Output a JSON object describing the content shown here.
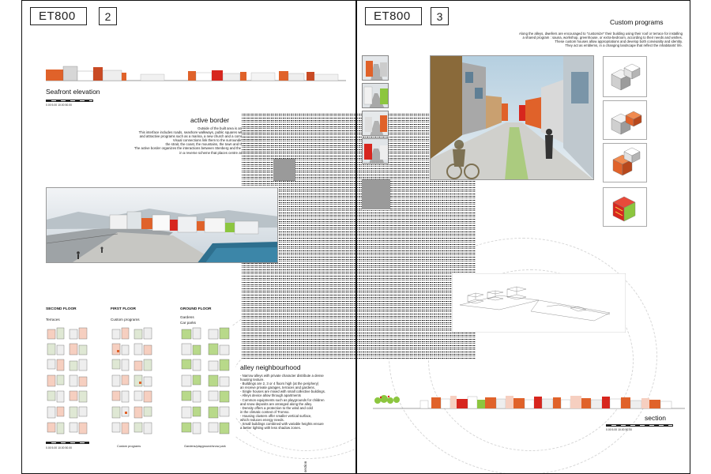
{
  "left_panel": {
    "title": "ET800",
    "number": "2",
    "seafront_label": "Seafront elevation",
    "active_border": {
      "heading": "active border",
      "lines": [
        "Outside of the built area is an active border.",
        "This interface includes roads, seashore walkways, public squares with city facilities",
        "and attractive programs such as a marina, a new church and a commercial centre.",
        "Visual connections link them to the surrounding landscapes:",
        "the strait, the coast, the mountains, the town and the birch forest.",
        "The active border organizes the interactions between Stenberg and the rest of Kroken",
        "in a reverse scheme that places centre at the periphery."
      ]
    },
    "floors": [
      {
        "name": "SECOND FLOOR",
        "sub": "Terraces"
      },
      {
        "name": "FIRST FLOOR",
        "sub": "Custom programs"
      },
      {
        "name": "GROUND FLOOR",
        "sub": "Gardens",
        "sub2": "Car parks"
      }
    ],
    "alley": {
      "heading": "alley neighbourhood",
      "lines": [
        "- Narrow alleys with private character distribute a dense",
        "housing texture.",
        "- Buildings are 2, 3 or 4 floors high (at the periphery)",
        "an receive private garages, terraces and gardens.",
        "- Single houses are mixed with small collective buildings.",
        "- Alleys device allow through apartments",
        "- Common equipments such as playgrounds for children",
        "and snow deposits are arranged along the alley.",
        "- Density offers a protection to the wind and cold",
        "in the climatic context of Tromso.",
        "- Housing clusters offer smaller vertical surface,",
        "which reduces energy needs.",
        "- Small buildings combined with variable heights ensure",
        "a better lighting with less shadow zones."
      ]
    },
    "scale_text": "0.00  5.00  10.00                 50.00",
    "caption_custom": "Custom programs",
    "caption_gardens": "Gardens/playground/snow park",
    "section_label": "section"
  },
  "right_panel": {
    "title": "ET800",
    "number": "3",
    "custom_heading": "Custom programs",
    "custom_lines": [
      "Along the alleys, dwellers are encouraged to \"customize\" their building using their roof or terrace for installing",
      "a shared program : sauna, workshop, greenhouse, or extra-bedroom, according to their needs and wishes.",
      "These custom houses allow appropriations and develop both conviviality and identity.",
      "They act as emblems, in a changing landscape that reflect the inhabitants' life."
    ],
    "section_label": "section",
    "scale_text": "0.00  5.00  10.00                50.00"
  },
  "colors": {
    "orange": "#e0622a",
    "green": "#8cc63f",
    "red": "#d7261e",
    "sea": "#2e6f8e"
  }
}
